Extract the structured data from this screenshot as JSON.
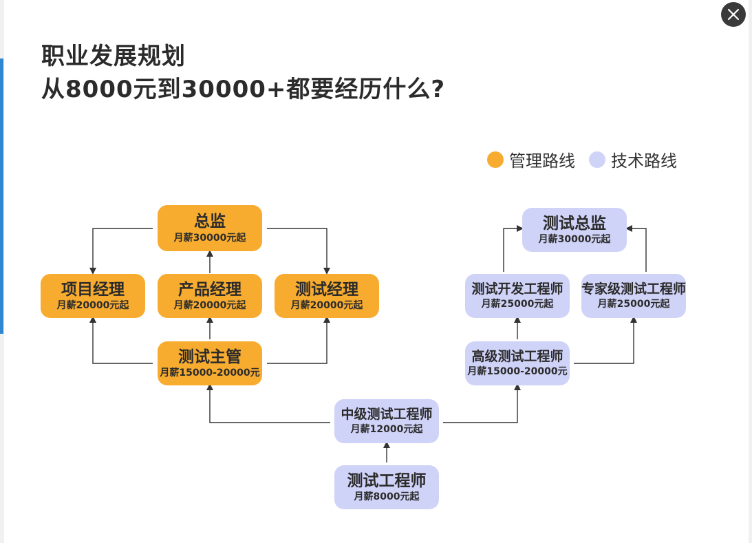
{
  "title": {
    "line1": "职业发展规划",
    "line2": "从8000元到30000+都要经历什么?"
  },
  "legend": {
    "management": "管理路线",
    "technical": "技术路线"
  },
  "colors": {
    "management": "#f8ac2f",
    "technical": "#d0d3f8"
  },
  "nodes": {
    "director": {
      "title": "总监",
      "salary": "月薪30000元起"
    },
    "project_manager": {
      "title": "项目经理",
      "salary": "月薪20000元起"
    },
    "product_manager": {
      "title": "产品经理",
      "salary": "月薪20000元起"
    },
    "test_manager": {
      "title": "测试经理",
      "salary": "月薪20000元起"
    },
    "test_supervisor": {
      "title": "测试主管",
      "salary": "月薪15000-20000元"
    },
    "test_director": {
      "title": "测试总监",
      "salary": "月薪30000元起"
    },
    "test_dev_engineer": {
      "title": "测试开发工程师",
      "salary": "月薪25000元起"
    },
    "expert_test_engineer": {
      "title": "专家级测试工程师",
      "salary": "月薪25000元起"
    },
    "senior_test_engineer": {
      "title": "高级测试工程师",
      "salary": "月薪15000-20000元"
    },
    "mid_test_engineer": {
      "title": "中级测试工程师",
      "salary": "月薪12000元起"
    },
    "test_engineer": {
      "title": "测试工程师",
      "salary": "月薪8000元起"
    }
  }
}
